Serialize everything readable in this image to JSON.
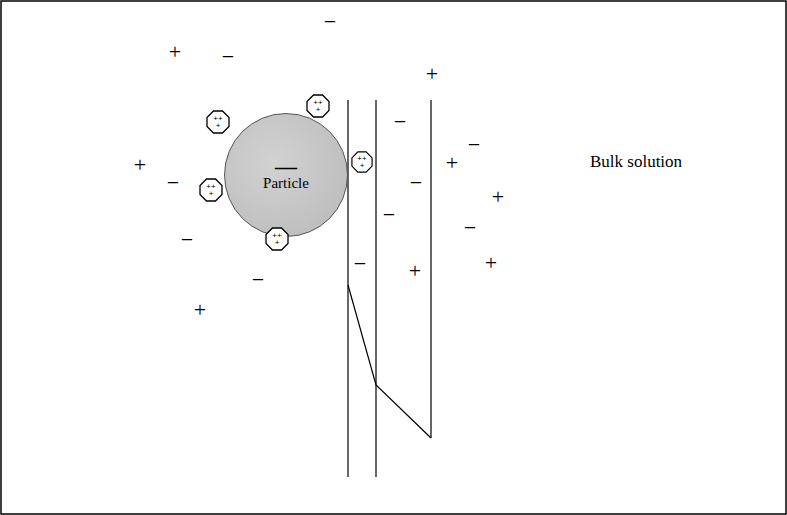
{
  "diagram": {
    "nodes": [
      {
        "text": [
          "—",
          "Particle"
        ]
      },
      {
        "text": [
          "++ +"
        ]
      },
      {
        "text": [
          "++ +"
        ]
      },
      {
        "text": [
          "++ +"
        ]
      },
      {
        "text": [
          "++ +"
        ]
      },
      {
        "text": [
          "++ +"
        ]
      }
    ],
    "labels": [
      "Bulk solution",
      "+",
      "−",
      "−",
      "+",
      "+",
      "−",
      "−",
      "−",
      "+",
      "−",
      "+",
      "−",
      "−",
      "+",
      "−",
      "+",
      "+",
      "−",
      "−"
    ]
  }
}
